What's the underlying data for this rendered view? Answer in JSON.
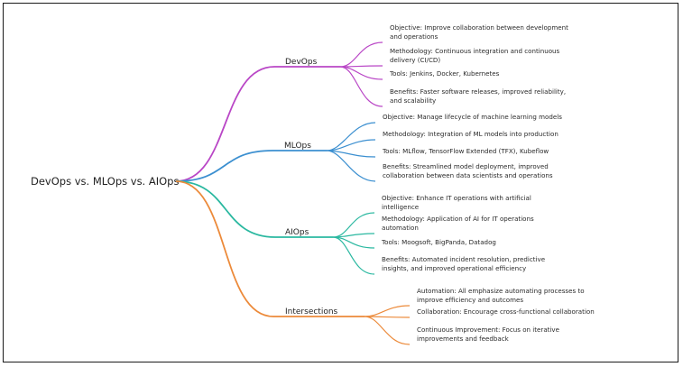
{
  "root": {
    "label": "DevOps vs. MLOps vs. AIOps"
  },
  "branches": [
    {
      "id": "devops",
      "label": "DevOps",
      "color": "#b946c6",
      "children": [
        {
          "lines": [
            "Objective: Improve collaboration between development",
            "and operations"
          ]
        },
        {
          "lines": [
            "Methodology: Continuous integration and continuous",
            "delivery (CI/CD)"
          ]
        },
        {
          "lines": [
            "Tools: Jenkins, Docker, Kubernetes"
          ]
        },
        {
          "lines": [
            "Benefits: Faster software releases, improved reliability,",
            "and scalability"
          ]
        }
      ]
    },
    {
      "id": "mlops",
      "label": "MLOps",
      "color": "#3b8fd0",
      "children": [
        {
          "lines": [
            "Objective: Manage lifecycle of machine learning models"
          ]
        },
        {
          "lines": [
            "Methodology: Integration of ML models into production"
          ]
        },
        {
          "lines": [
            "Tools: MLflow, TensorFlow Extended (TFX), Kubeflow"
          ]
        },
        {
          "lines": [
            "Benefits: Streamlined model deployment, improved",
            "collaboration between data scientists and operations"
          ]
        }
      ]
    },
    {
      "id": "aiops",
      "label": "AIOps",
      "color": "#2ab8a0",
      "children": [
        {
          "lines": [
            "Objective: Enhance IT operations with artificial",
            "intelligence"
          ]
        },
        {
          "lines": [
            "Methodology: Application of AI for IT operations",
            "automation"
          ]
        },
        {
          "lines": [
            "Tools: Moogsoft, BigPanda, Datadog"
          ]
        },
        {
          "lines": [
            "Benefits: Automated incident resolution, predictive",
            "insights, and improved operational efficiency"
          ]
        }
      ]
    },
    {
      "id": "intersections",
      "label": "Intersections",
      "color": "#ec8a3a",
      "children": [
        {
          "lines": [
            "Automation: All emphasize automating processes to",
            "improve efficiency and outcomes"
          ]
        },
        {
          "lines": [
            "Collaboration: Encourage cross-functional collaboration"
          ]
        },
        {
          "lines": [
            "Continuous Improvement: Focus on iterative",
            "improvements and feedback"
          ]
        }
      ]
    }
  ]
}
